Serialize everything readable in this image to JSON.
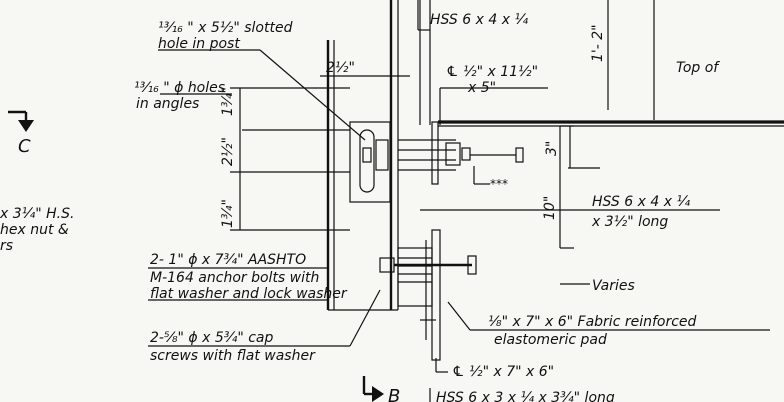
{
  "drawing": {
    "top_labels": {
      "hss_top": "HSS 6 x 4 x ¼",
      "dim_1_2": "1'- 2\"",
      "top_of": "Top of"
    },
    "left_notes": {
      "slotted_hole_line1": "¹³⁄₁₆ \" x 5½\" slotted",
      "slotted_hole_line2": "hole in post",
      "holes_line1": "¹³⁄₁₆ \" ϕ holes",
      "holes_line2": "in angles",
      "hs_fragment_line1": "x 3¼\" H.S.",
      "hs_fragment_line2": "hex nut &",
      "hs_fragment_line3": "rs",
      "section_c": "C"
    },
    "dimensions": {
      "d_2_half": "2½\"",
      "d_1_3_4_top": "1¾\"",
      "d_2_half_v": "2½\"",
      "d_1_3_4_bot": "1¾\"",
      "d_3": "3\"",
      "d_10": "10\""
    },
    "plate_note": {
      "line1": "℄ ½\" x 11½\"",
      "line2": "x 5\""
    },
    "weld_symbol": "***",
    "hss_right": {
      "line1": "HSS 6 x 4 x ¼",
      "line2": "x 3½\" long"
    },
    "varies": "Varies",
    "anchor_bolts": {
      "line1": "2- 1\" ϕ x 7¾\" AASHTO",
      "line2": "M-164 anchor bolts with",
      "line3": "flat washer and lock washer"
    },
    "cap_screws": {
      "line1": "2-⅝\" ϕ x 5¾\" cap",
      "line2": "screws with flat washer"
    },
    "pad_note": {
      "line1": "⅛\" x 7\" x 6\" Fabric reinforced",
      "line2": "elastomeric pad"
    },
    "plate_bottom": "℄ ½\" x 7\" x 6\"",
    "section_b": "B",
    "hss_bottom": "HSS 6 x 3 x ¼ x 3¾\" long"
  }
}
